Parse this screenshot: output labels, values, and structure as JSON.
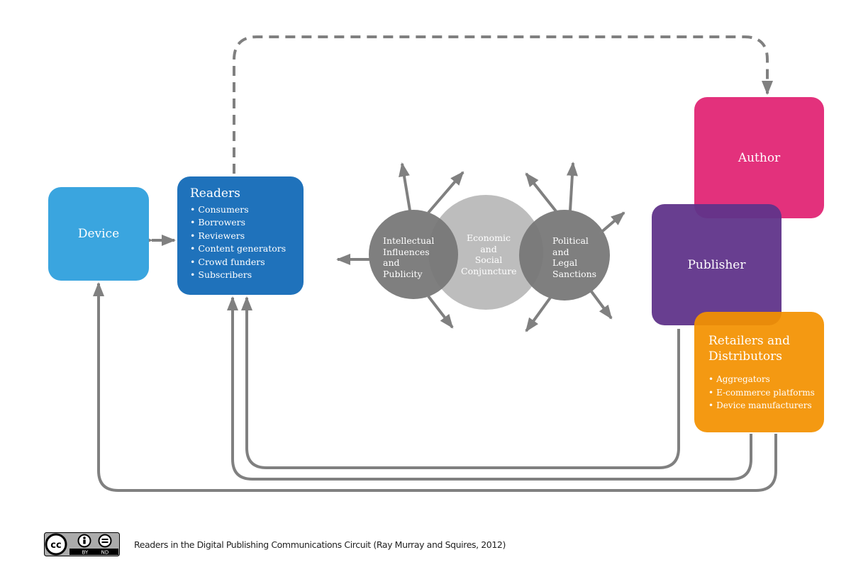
{
  "diagram": {
    "device": {
      "label": "Device"
    },
    "readers": {
      "title": "Readers",
      "items": [
        "Consumers",
        "Borrowers",
        "Reviewers",
        "Content generators",
        "Crowd funders",
        "Subscribers"
      ]
    },
    "circles": {
      "intellectual": {
        "lines": [
          "Intellectual",
          "Influences",
          "and",
          "Publicity"
        ]
      },
      "economic": {
        "lines": [
          "Economic",
          "and",
          "Social",
          "Conjuncture"
        ]
      },
      "political": {
        "lines": [
          "Political",
          "and",
          "Legal",
          "Sanctions"
        ]
      }
    },
    "author": {
      "label": "Author"
    },
    "publisher": {
      "label": "Publisher"
    },
    "retailers": {
      "title_lines": [
        "Retailers and",
        "Distributors"
      ],
      "items": [
        "Aggregators",
        "E-commerce platforms",
        "Device manufacturers"
      ]
    }
  },
  "colors": {
    "device": "#3aa5df",
    "readers": "#1f72bb",
    "author": "#e3317c",
    "publisher": "#60348a",
    "retailers": "#f39100",
    "arrow": "#808080",
    "circle_dark": "#757575",
    "circle_light": "#bdbdbd"
  },
  "footer": {
    "license_badge": {
      "icons": [
        "cc-icon",
        "by-icon",
        "nd-icon"
      ],
      "labels": [
        "BY",
        "ND"
      ]
    },
    "caption": "Readers in the Digital Publishing Communications Circuit (Ray Murray and Squires, 2012)"
  }
}
